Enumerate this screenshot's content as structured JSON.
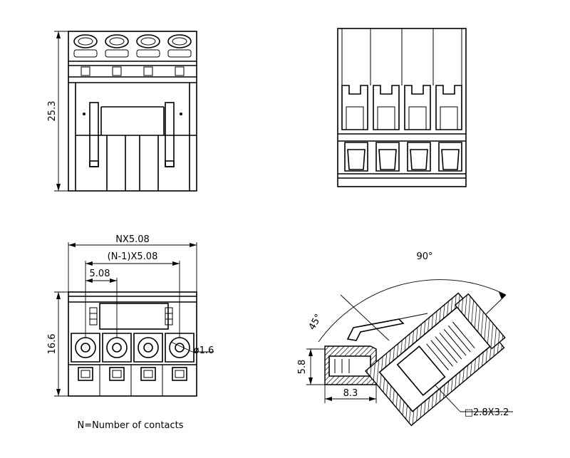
{
  "dimensions": {
    "height_side": "25.3",
    "total_width": "NX5.08",
    "pitch_span": "(N-1)X5.08",
    "pitch": "5.08",
    "height_bottom": "16.6",
    "hole_diameter": "ø1.6",
    "section_height": "5.8",
    "section_length": "8.3",
    "pin_size": "□2.8X3.2",
    "angle_open": "90°",
    "angle_tilt": "45°"
  },
  "note": "N=Number of contacts"
}
